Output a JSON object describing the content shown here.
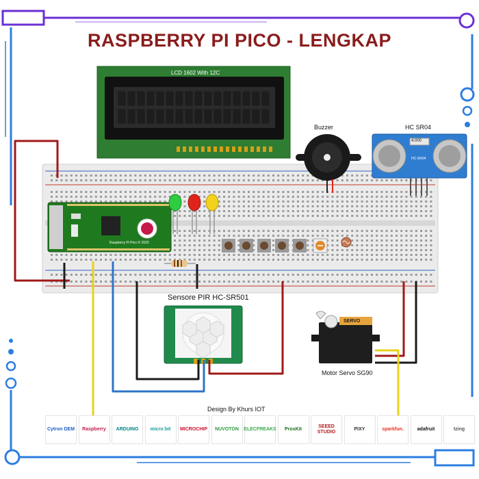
{
  "title": "RASPBERRY PI PICO - LENGKAP",
  "components": {
    "lcd": "LCD 1602 With 12C",
    "buzzer": "Buzzer",
    "hcsr04": "HC SR04",
    "hcsr04_screen": "4.000",
    "hcsr04_chip": "HC-SR04",
    "pir": "Sensore PIR HC-SR501",
    "servo": "Motor Servo SG90",
    "servo_brand": "SERVO",
    "pico_board_text": "Raspberry Pi Pico © 2020"
  },
  "credit": "Design By Khurs IOT",
  "logos": [
    "Cytron DEM",
    "Raspberry",
    "ARDUINO",
    "micro:bit",
    "MICROCHIP",
    "NUVOTON",
    "ELECFREAKS",
    "ProsKit",
    "SEEED STUDIO",
    "PIXY",
    "sparkfun.",
    "adafruit",
    "tzing"
  ],
  "colors": {
    "title": "#8a1c1c",
    "frame_purple": "#6a2fd4",
    "frame_blue": "#2b7de0",
    "lcd_board": "#2e7d32",
    "led_colors": [
      "#2ecc40",
      "#e0241b",
      "#f2d21b"
    ]
  }
}
